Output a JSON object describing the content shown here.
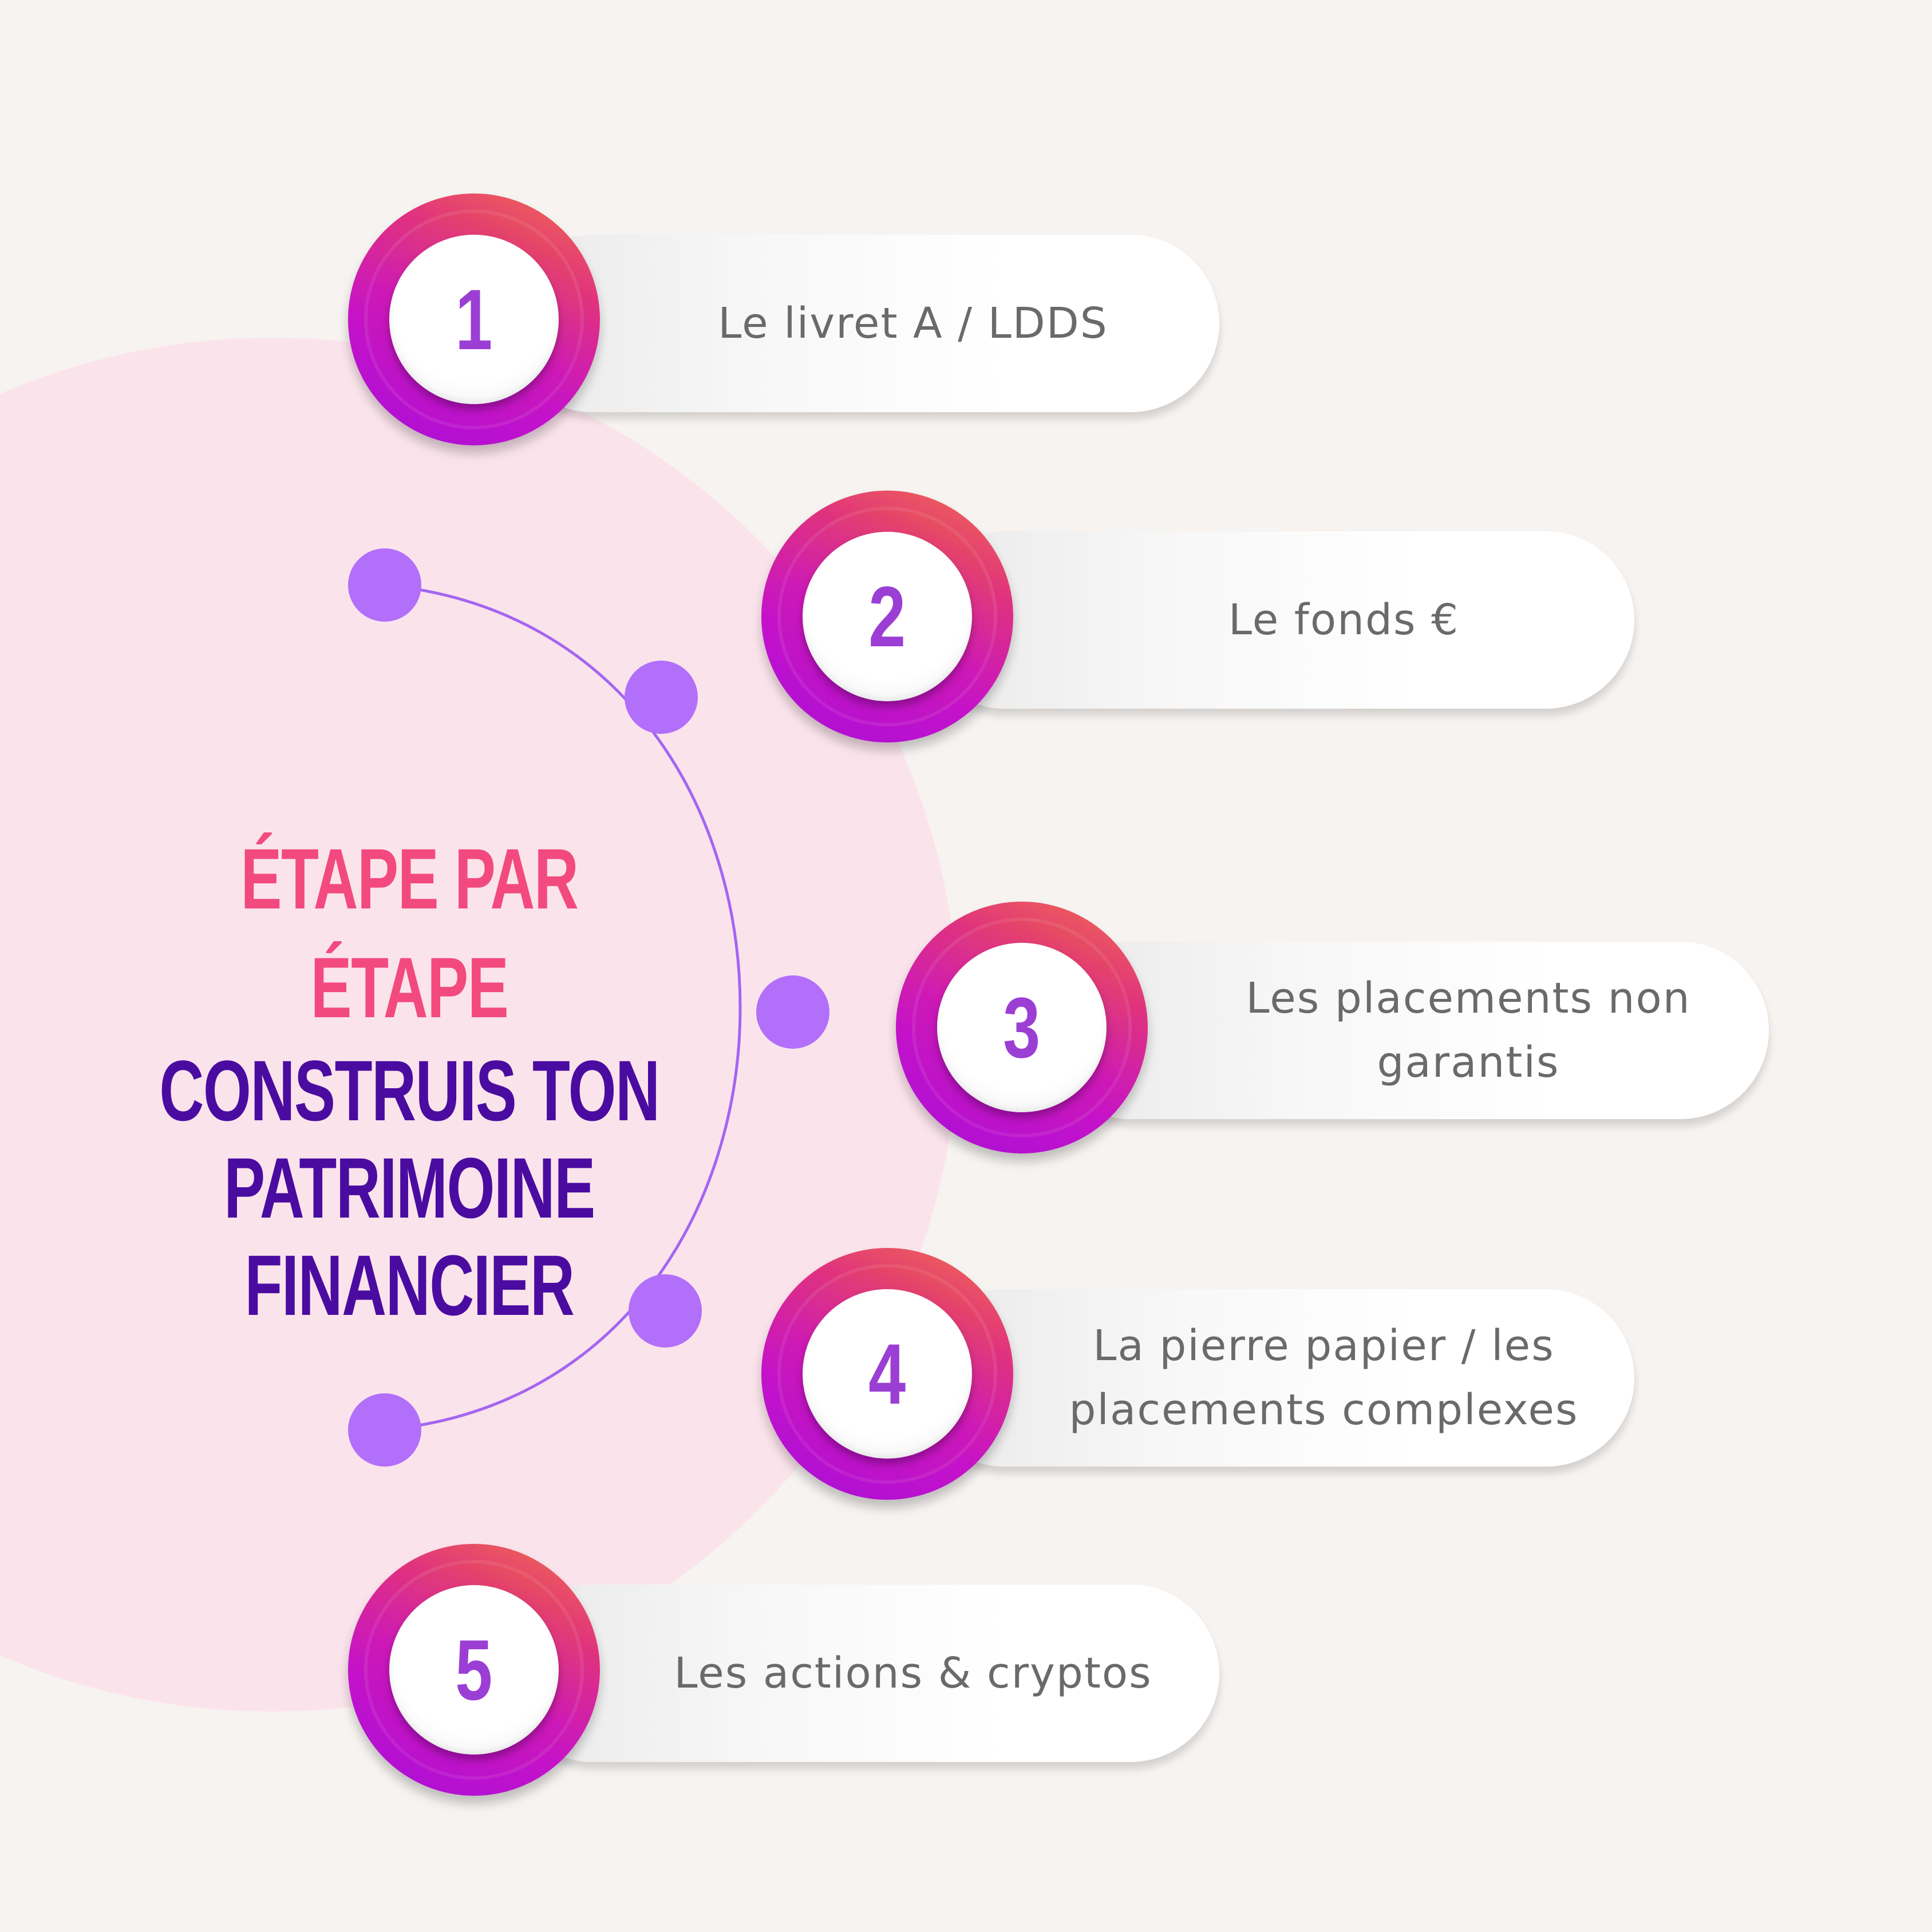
{
  "title": {
    "kicker": "ÉTAPE PAR ÉTAPE",
    "line1": "CONSTRUIS TON",
    "line2": "PATRIMOINE FINANCIER"
  },
  "steps": [
    {
      "number": "1",
      "label_lines": [
        "Le livret A / LDDS"
      ]
    },
    {
      "number": "2",
      "label_lines": [
        "Le fonds €"
      ]
    },
    {
      "number": "3",
      "label_lines": [
        "Les placements non",
        "garantis"
      ]
    },
    {
      "number": "4",
      "label_lines": [
        "La pierre papier / les",
        "placements complexes"
      ]
    },
    {
      "number": "5",
      "label_lines": [
        "Les actions & cryptos"
      ]
    }
  ],
  "colors": {
    "background": "#f6f3f1",
    "halo": "#fbe3ec",
    "arc": "#a366f0",
    "dot": "#b26ffa",
    "kicker": "#f24a7f",
    "title": "#4a0ca0",
    "number": "#9b3fd4",
    "label": "#6a6a6a"
  },
  "icons": {
    "timeline_dot": "circle"
  }
}
